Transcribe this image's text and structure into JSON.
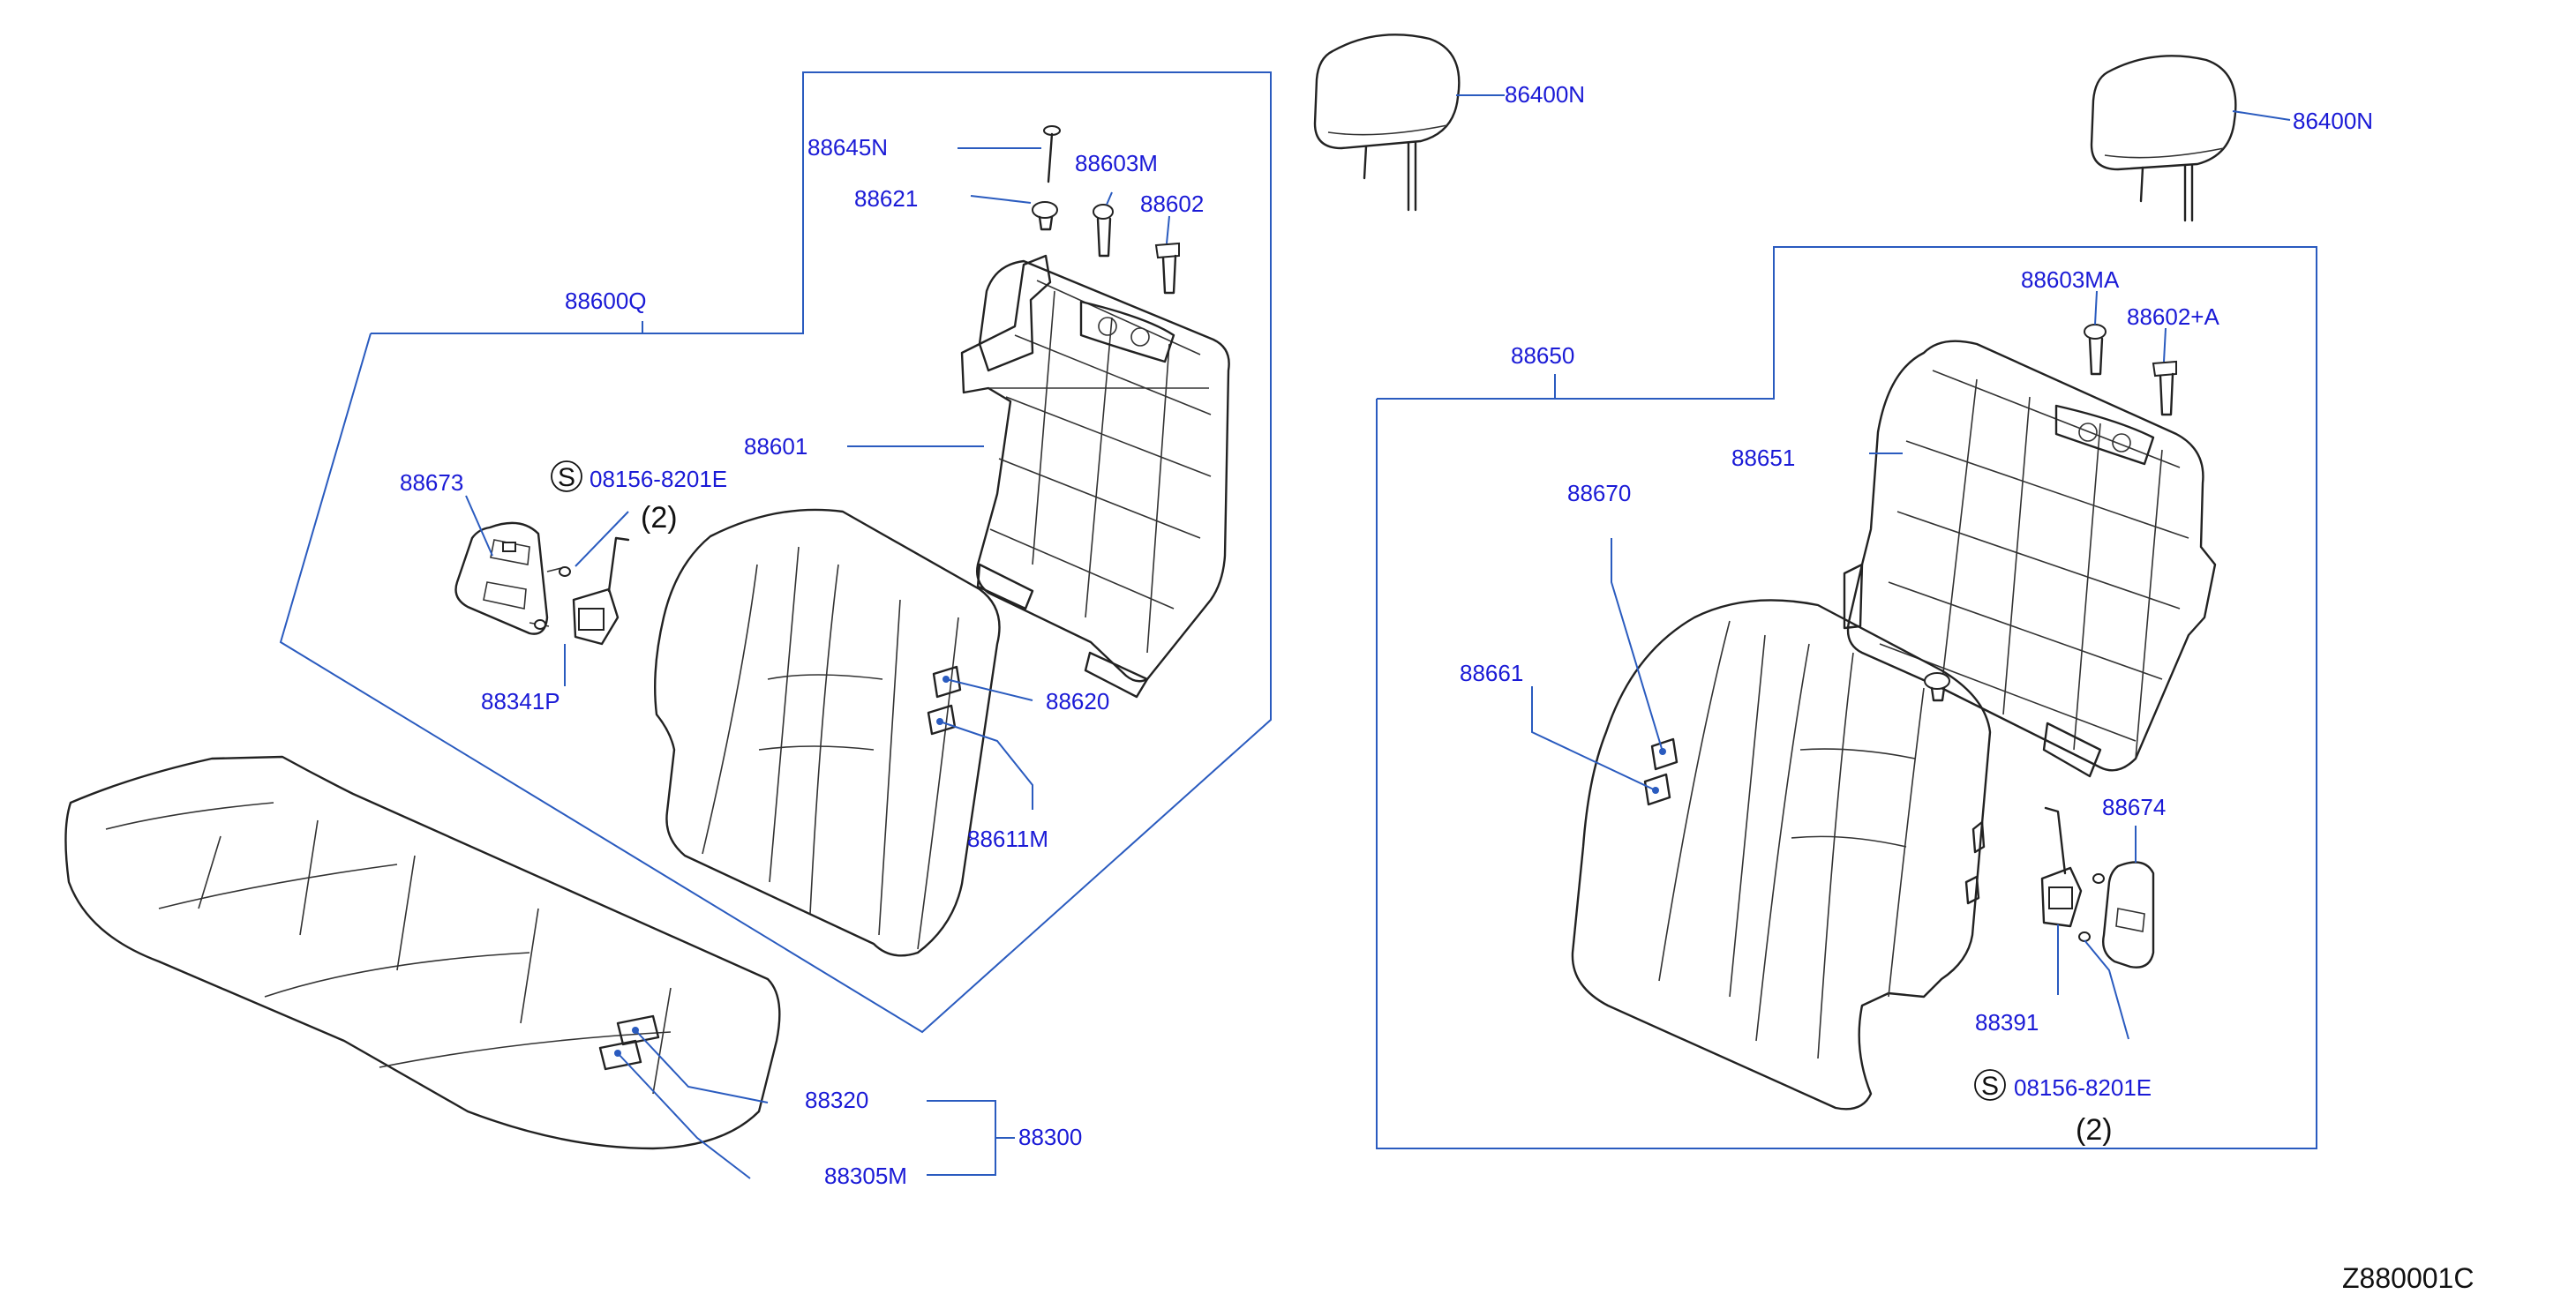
{
  "diagram_id": "Z880001C",
  "labels": {
    "headrest_left": "86400N",
    "headrest_right": "86400N",
    "back_assy_left": "88600Q",
    "bolt_88645n": "88645N",
    "guide_88603m": "88603M",
    "clip_88621": "88621",
    "guide_88602": "88602",
    "frame_88601": "88601",
    "trim_88673": "88673",
    "bolt_left": "08156-8201E",
    "qty_left": "(2)",
    "latch_88341p": "88341P",
    "pad_88620": "88620",
    "trim_88611m": "88611M",
    "cushion_88320": "88320",
    "cushion_assy_88300": "88300",
    "cover_88305m": "88305M",
    "back_assy_right": "88650",
    "guide_88603ma": "88603MA",
    "guide_88602a": "88602+A",
    "frame_88651": "88651",
    "pad_88670": "88670",
    "trim_88661": "88661",
    "trim_88674": "88674",
    "latch_88391": "88391",
    "bolt_right": "08156-8201E",
    "qty_right": "(2)",
    "s_mark": "S"
  }
}
